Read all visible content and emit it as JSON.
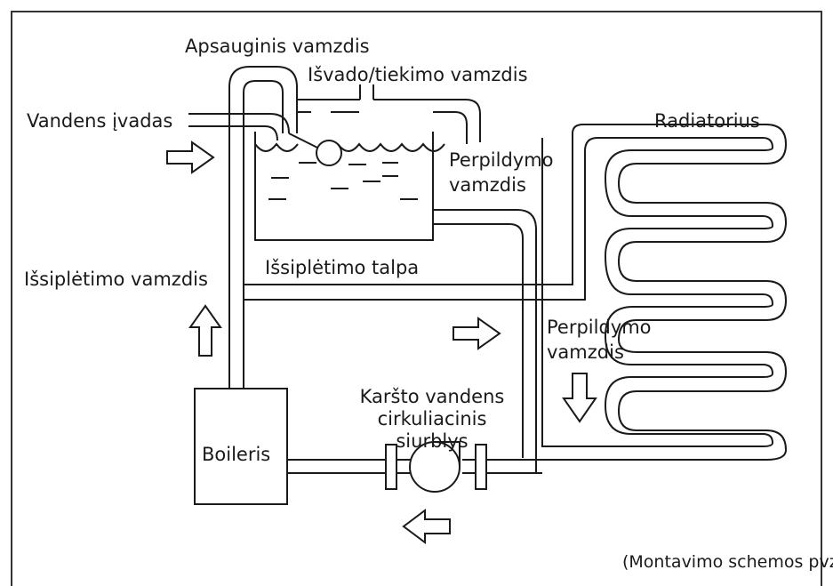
{
  "labels": {
    "protective_pipe": "Apsauginis vamzdis",
    "outlet_supply_pipe": "Išvado/tiekimo vamzdis",
    "water_inlet": "Vandens įvadas",
    "radiator": "Radiatorius",
    "overflow_pipe_top_1": "Perpildymo",
    "overflow_pipe_top_2": "vamzdis",
    "expansion_tank": "Išsiplėtimo talpa",
    "expansion_pipe": "Išsiplėtimo vamzdis",
    "overflow_pipe_right_1": "Perpildymo",
    "overflow_pipe_right_2": "vamzdis",
    "pump_1": "Karšto vandens",
    "pump_2": "cirkuliacinis",
    "pump_3": "siurblys",
    "boiler": "Boileris",
    "note": "(Montavimo schemos pvz.)"
  },
  "colors": {
    "line": "#1a1a1a",
    "background": "#ffffff",
    "frame": "#333333"
  },
  "icons": [
    "arrow-right-icon",
    "arrow-up-icon",
    "arrow-down-icon",
    "arrow-left-icon",
    "float-valve-icon",
    "pump-icon"
  ]
}
